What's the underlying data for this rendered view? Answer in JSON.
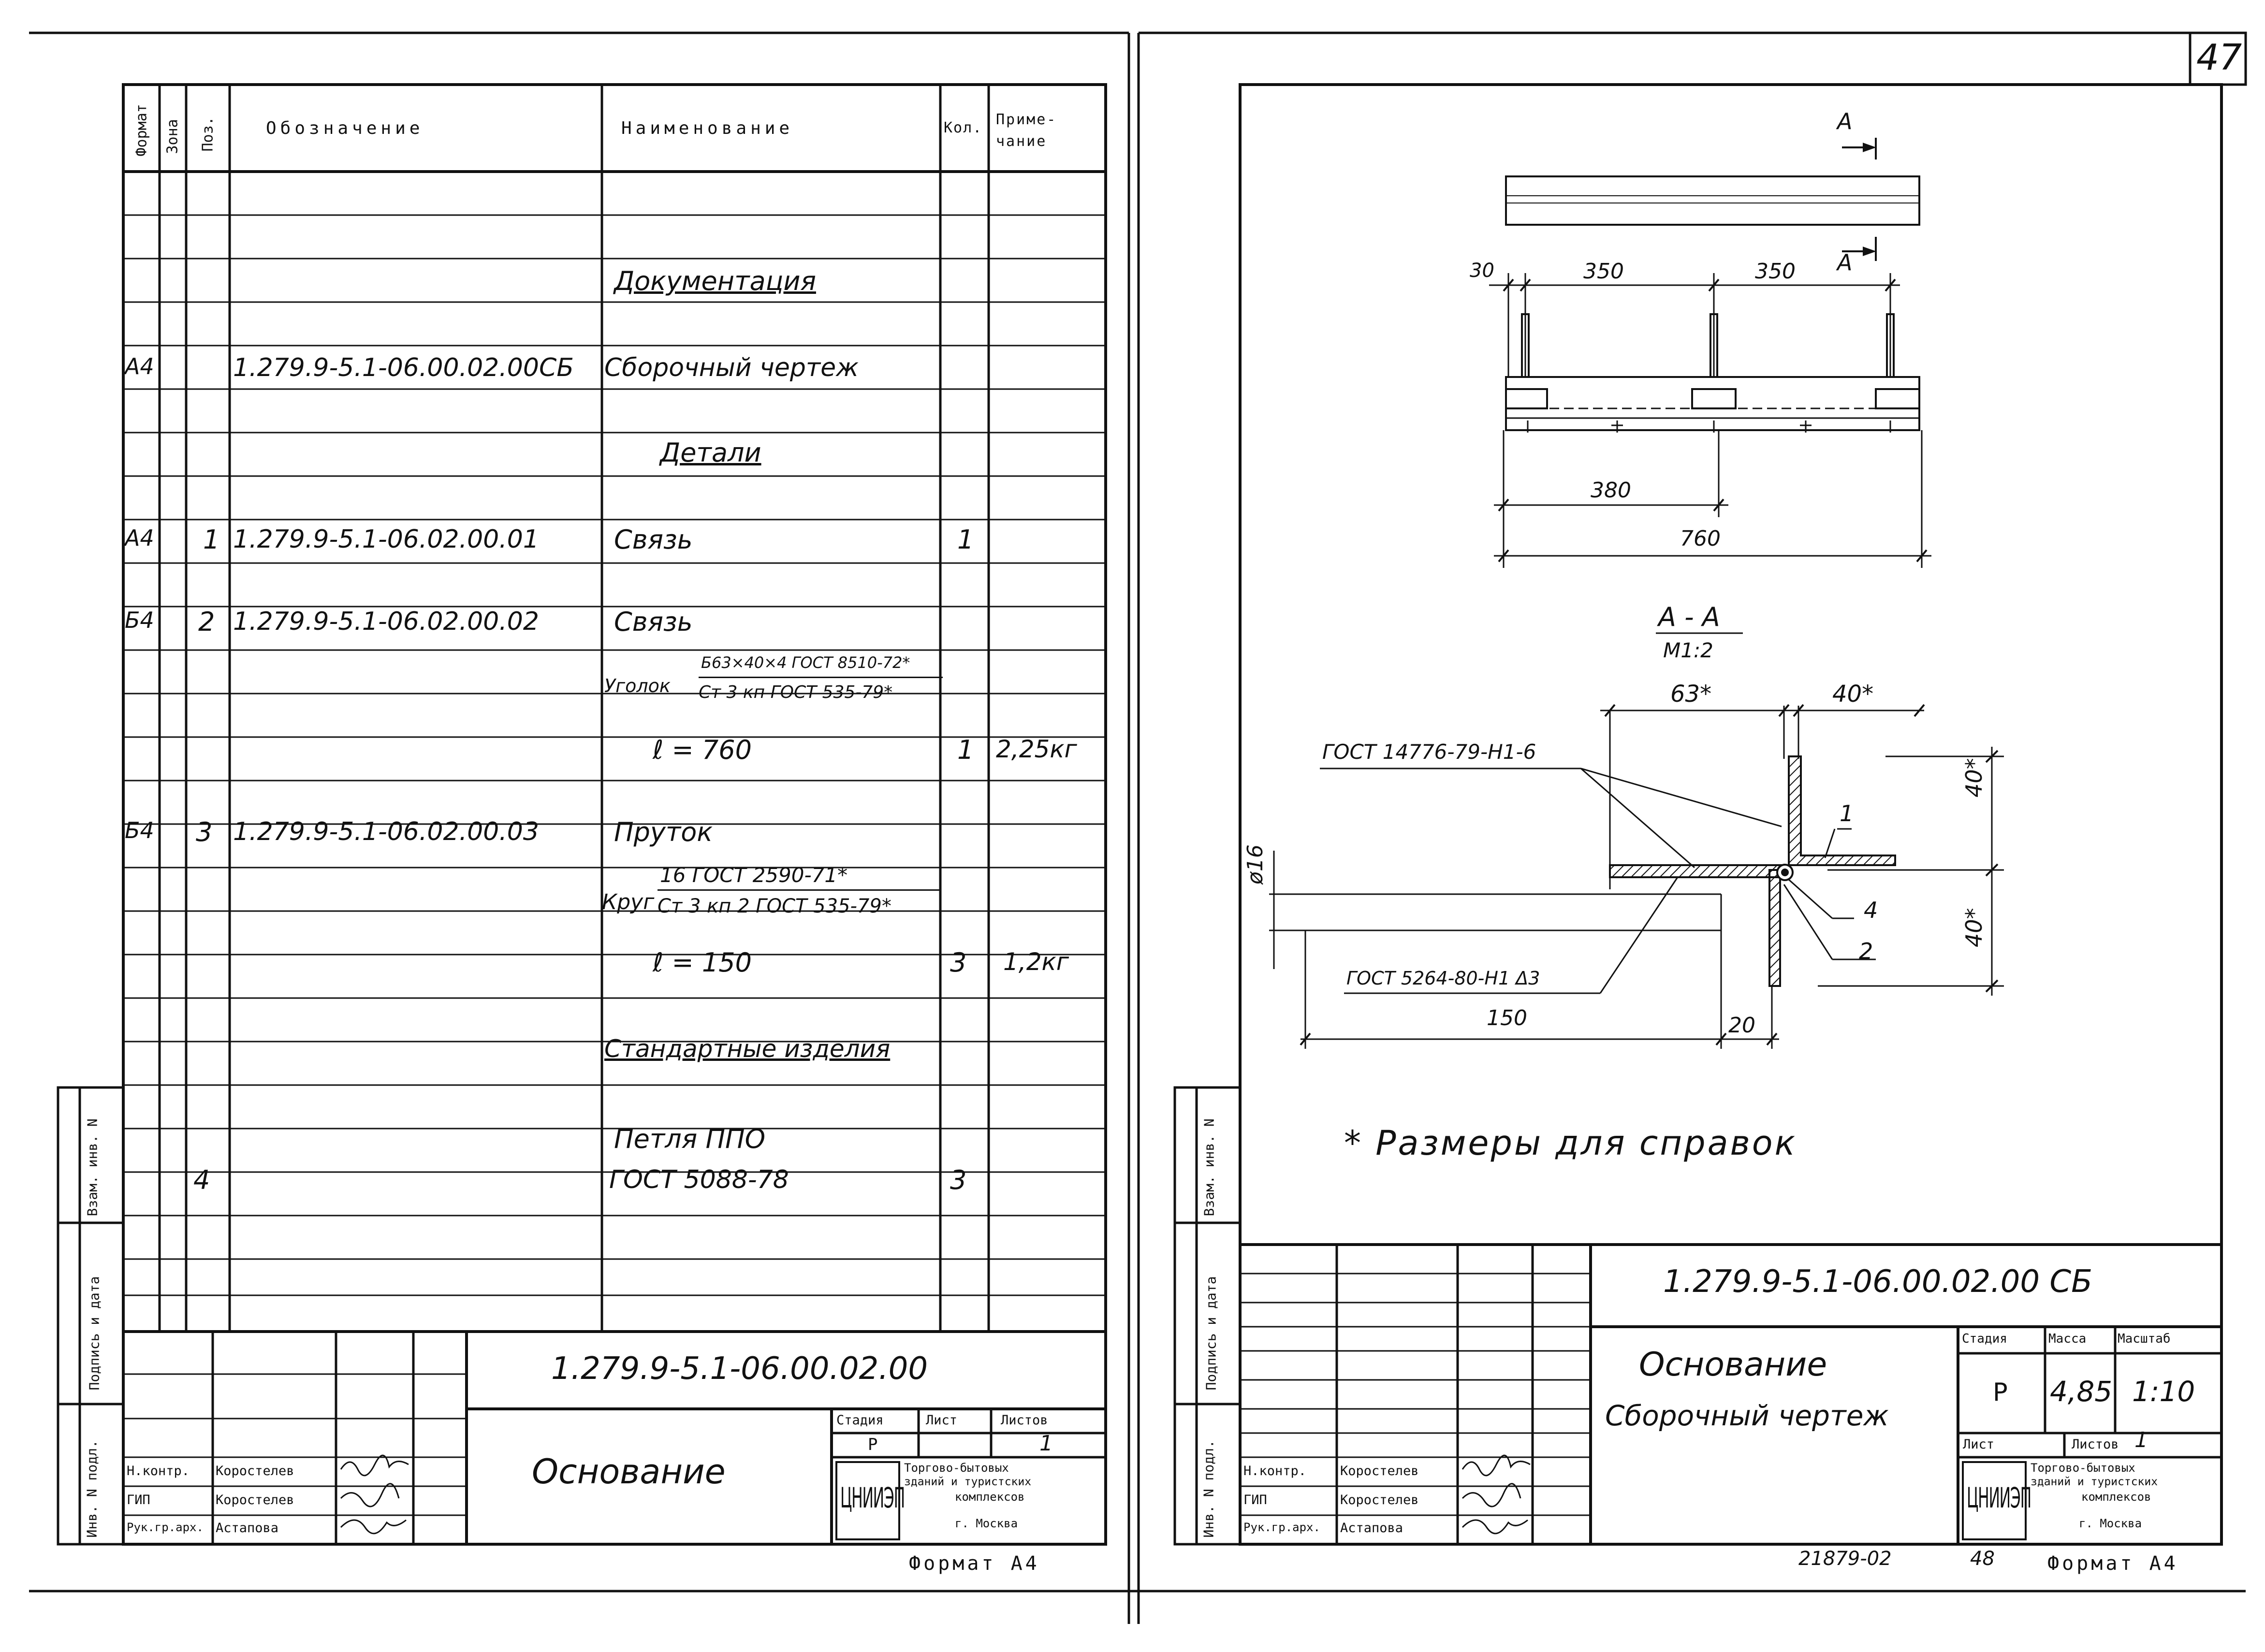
{
  "page_number": "47",
  "spec": {
    "headers": {
      "format": "Формат",
      "zone": "Зона",
      "pos": "Поз.",
      "designation": "Обозначение",
      "name": "Наименование",
      "qty": "Кол.",
      "note": "Приме-\nчание"
    },
    "rows": {
      "documentation_title": "Документация",
      "r1": {
        "format": "А4",
        "designation": "1.279.9-5.1-06.00.02.00СБ",
        "name": "Сборочный чертеж"
      },
      "details_title": "Детали",
      "r2": {
        "format": "А4",
        "pos": "1",
        "designation": "1.279.9-5.1-06.02.00.01",
        "name": "Связь",
        "qty": "1"
      },
      "r3": {
        "format": "Б4",
        "pos": "2",
        "designation": "1.279.9-5.1-06.02.00.02",
        "name": "Связь"
      },
      "r3_material": {
        "prefix": "Уголок",
        "top": "Б63×40×4 ГОСТ 8510-72*",
        "bottom": "Ст 3 кп ГОСТ 535-79*"
      },
      "r3_len": {
        "name": "ℓ = 760",
        "qty": "1",
        "note": "2,25кг"
      },
      "r4": {
        "format": "Б4",
        "pos": "3",
        "designation": "1.279.9-5.1-06.02.00.03",
        "name": "Пруток"
      },
      "r4_material": {
        "prefix": "Круг",
        "top": "16 ГОСТ 2590-71*",
        "bottom": "Ст 3 кп 2 ГОСТ 535-79*"
      },
      "r4_len": {
        "name": "ℓ = 150",
        "qty": "3",
        "note": "1,2кг"
      },
      "standard_title": "Стандартные изделия",
      "r5a": {
        "name": "Петля ППО"
      },
      "r5b": {
        "pos": "4",
        "name": "ГОСТ 5088-78",
        "qty": "3"
      }
    }
  },
  "side_stamp": {
    "inv_podl": "Инв. N подл.",
    "podpis_data": "Подпись и дата",
    "vzam_inv": "Взам. инв. N"
  },
  "title_block_left": {
    "code": "1.279.9-5.1-06.00.02.00",
    "title": "Основание",
    "stadia_label": "Стадия",
    "list_label": "Лист",
    "listov_label": "Листов",
    "stadia": "Р",
    "listov": "1",
    "roles": [
      "Н.контр.",
      "ГИП",
      "Рук.гр.арх."
    ],
    "names": [
      "Коростелев",
      "Коростелев",
      "Астапова"
    ],
    "org_logo": "ЦНИИЭП",
    "org_text": [
      "Торгово-бытовых",
      "зданий и туристских",
      "комплексов",
      "г. Москва"
    ],
    "format": "Формат  А4"
  },
  "drawing": {
    "section_mark_top": "А",
    "section_mark_bottom": "А",
    "dims_top": [
      "30",
      "350",
      "350"
    ],
    "dim_380": "380",
    "dim_760": "760",
    "section_title": "А - А",
    "section_scale": "М1:2",
    "dim_63": "63*",
    "dim_40_top": "40*",
    "dim_40_right1": "40*",
    "dim_40_right2": "40*",
    "dia": "ø16",
    "weld1": "ГОСТ 14776-79-Н1-6",
    "weld2": "ГОСТ 5264-80-Н1 Δ3",
    "dim_150": "150",
    "dim_20": "20",
    "pos_callouts": [
      "1",
      "4",
      "2"
    ],
    "ref_note": "* Размеры для справок"
  },
  "title_block_right": {
    "code": "1.279.9-5.1-06.00.02.00 СБ",
    "title": "Основание",
    "subtitle": "Сборочный чертеж",
    "stadia_label": "Стадия",
    "massa_label": "Масса",
    "masshtab_label": "Масштаб",
    "stadia": "Р",
    "massa": "4,85",
    "masshtab": "1:10",
    "list_label": "Лист",
    "listov_label": "Листов",
    "listov": "1",
    "roles": [
      "Н.контр.",
      "ГИП",
      "Рук.гр.арх."
    ],
    "names": [
      "Коростелев",
      "Коростелев",
      "Астапова"
    ],
    "org_logo": "ЦНИИЭП",
    "org_text": [
      "Торгово-бытовых",
      "зданий и туристских",
      "комплексов",
      "г. Москва"
    ],
    "archive": "21879-02",
    "sheet_no": "48",
    "format": "Формат  А4"
  }
}
